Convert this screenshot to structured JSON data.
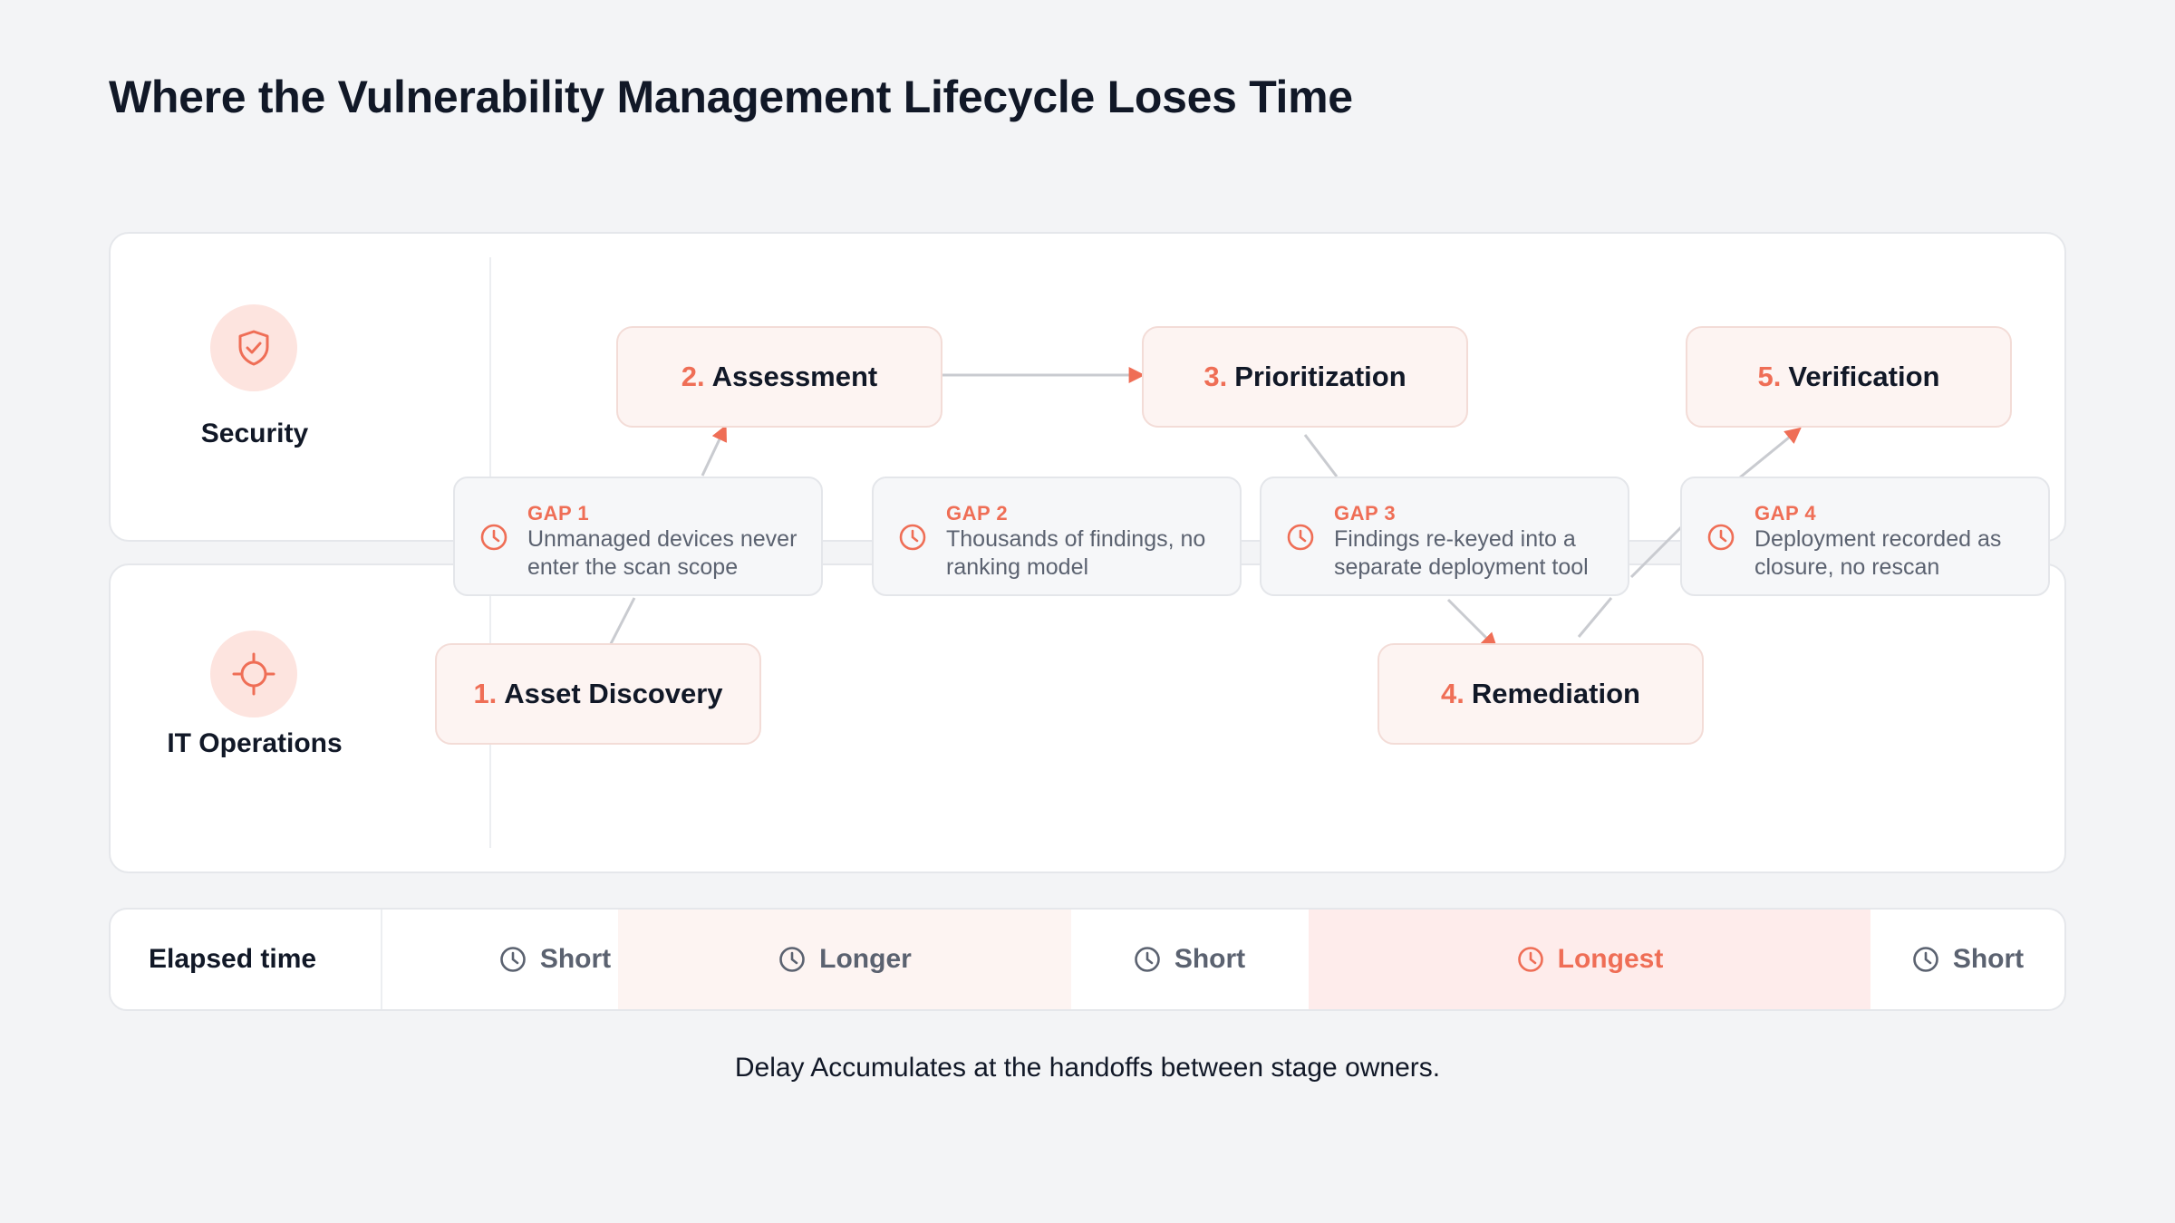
{
  "title": "Where the Vulnerability Management Lifecycle Loses Time",
  "lanes": [
    {
      "label": "Security",
      "icon": "shield-check-icon"
    },
    {
      "label": "IT Operations",
      "icon": "crosshair-icon"
    }
  ],
  "stages": [
    {
      "num": "1.",
      "label": "Asset Discovery",
      "lane": "IT Operations"
    },
    {
      "num": "2.",
      "label": "Assessment",
      "lane": "Security"
    },
    {
      "num": "3.",
      "label": "Prioritization",
      "lane": "Security"
    },
    {
      "num": "4.",
      "label": "Remediation",
      "lane": "IT Operations"
    },
    {
      "num": "5.",
      "label": "Verification",
      "lane": "Security"
    }
  ],
  "gaps": [
    {
      "title": "GAP 1",
      "text": "Unmanaged devices never enter the scan scope",
      "icon": "clock-icon"
    },
    {
      "title": "GAP 2",
      "text": "Thousands of findings, no ranking model",
      "icon": "clock-icon"
    },
    {
      "title": "GAP 3",
      "text": "Findings re-keyed into a separate deployment tool",
      "icon": "clock-icon"
    },
    {
      "title": "GAP 4",
      "text": "Deployment recorded as closure, no rescan",
      "icon": "clock-icon"
    }
  ],
  "elapsed": {
    "label": "Elapsed time",
    "segments": [
      {
        "label": "Short",
        "level": "short"
      },
      {
        "label": "Longer",
        "level": "longer"
      },
      {
        "label": "Short",
        "level": "short"
      },
      {
        "label": "Longest",
        "level": "longest"
      },
      {
        "label": "Short",
        "level": "short"
      }
    ]
  },
  "footnote": "Delay Accumulates at the handoffs between stage owners.",
  "colors": {
    "accent": "#ef6e56",
    "stage_bg": "#fdf4f2",
    "gap_bg": "#f6f7f9",
    "text": "#111827",
    "muted": "#5b6270"
  }
}
